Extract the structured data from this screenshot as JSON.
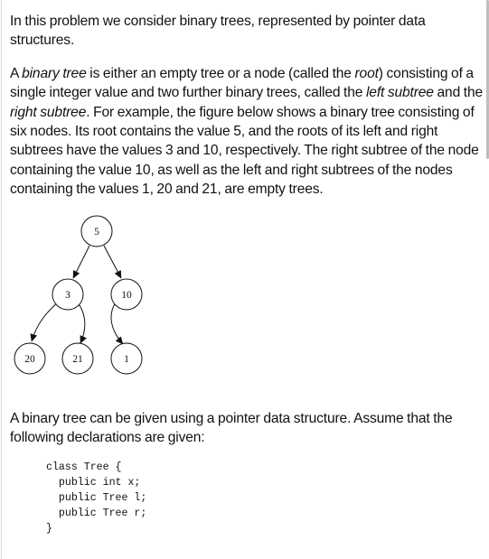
{
  "problem": {
    "p1": "In this problem we consider binary trees, represented by pointer data structures.",
    "p2": {
      "s1": "A ",
      "binary_tree": "binary tree",
      "s2": " is either an empty tree or a node (called the ",
      "root": "root",
      "s3": ") consisting of a single integer value and two further binary trees, called the ",
      "left_subtree": "left subtree",
      "s4": " and the ",
      "right_subtree": "right subtree",
      "s5": ". For example, the figure below shows a binary tree consisting of six nodes. Its root contains the value 5, and the roots of its left and right subtrees have the values 3 and 10, respectively. The right subtree of the node containing the value 10, as well as the left and right subtrees of the nodes containing the values 1, 20 and 21, are empty trees."
    },
    "p3": "A binary tree can be given using a pointer data structure. Assume that the following declarations are given:",
    "code_lines": [
      "class Tree {",
      "  public int x;",
      "  public Tree l;",
      "  public Tree r;",
      "}"
    ]
  },
  "tree_figure": {
    "nodes": [
      "5",
      "3",
      "10",
      "20",
      "21",
      "1"
    ]
  }
}
